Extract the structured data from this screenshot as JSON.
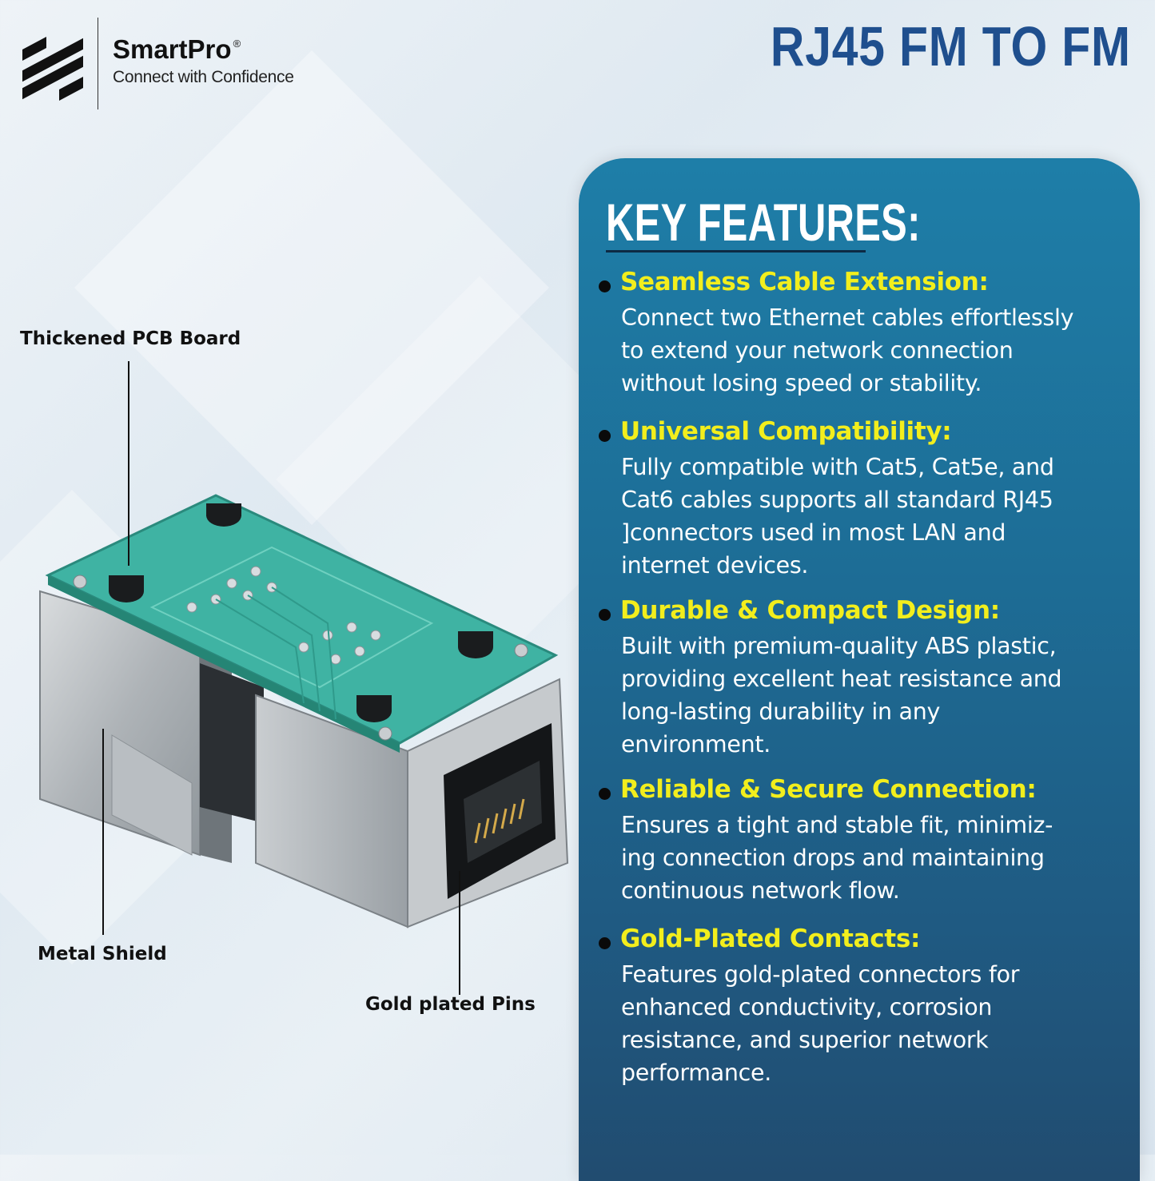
{
  "brand": {
    "name": "SmartPro",
    "registered": "®",
    "tagline": "Connect with Confidence"
  },
  "headline": "RJ45 FM TO FM",
  "callouts": {
    "pcb": "Thickened PCB Board",
    "shield": "Metal Shield",
    "pins": "Gold plated Pins"
  },
  "key_features": {
    "title": "KEY FEATURES:",
    "items": [
      {
        "title": "Seamless Cable Extension:",
        "lines": [
          "Connect two Ethernet cables effortlessly",
          "to extend your network connection",
          "without losing speed or stability."
        ]
      },
      {
        "title": "Universal Compatibility:",
        "lines": [
          "Fully compatible with Cat5, Cat5e, and",
          "Cat6 cables supports all standard RJ45",
          "]connectors used in most LAN and",
          "internet devices."
        ]
      },
      {
        "title": "Durable & Compact Design:",
        "lines": [
          "Built with premium-quality ABS plastic,",
          "providing excellent heat resistance and",
          "long-lasting durability in any",
          "environment."
        ]
      },
      {
        "title": "Reliable & Secure Connection:",
        "lines": [
          "Ensures a tight and stable fit, minimiz-",
          "ing connection drops and maintaining",
          "continuous network flow."
        ]
      },
      {
        "title": "Gold-Plated Contacts:",
        "lines": [
          "Features gold-plated connectors for",
          "enhanced conductivity, corrosion",
          "resistance, and superior network",
          "performance."
        ]
      }
    ]
  },
  "colors": {
    "headline": "#1f4f8e",
    "panel": "#1d6d96",
    "feature_title": "#f2ee1d",
    "pcb": "#3fb3a3"
  }
}
